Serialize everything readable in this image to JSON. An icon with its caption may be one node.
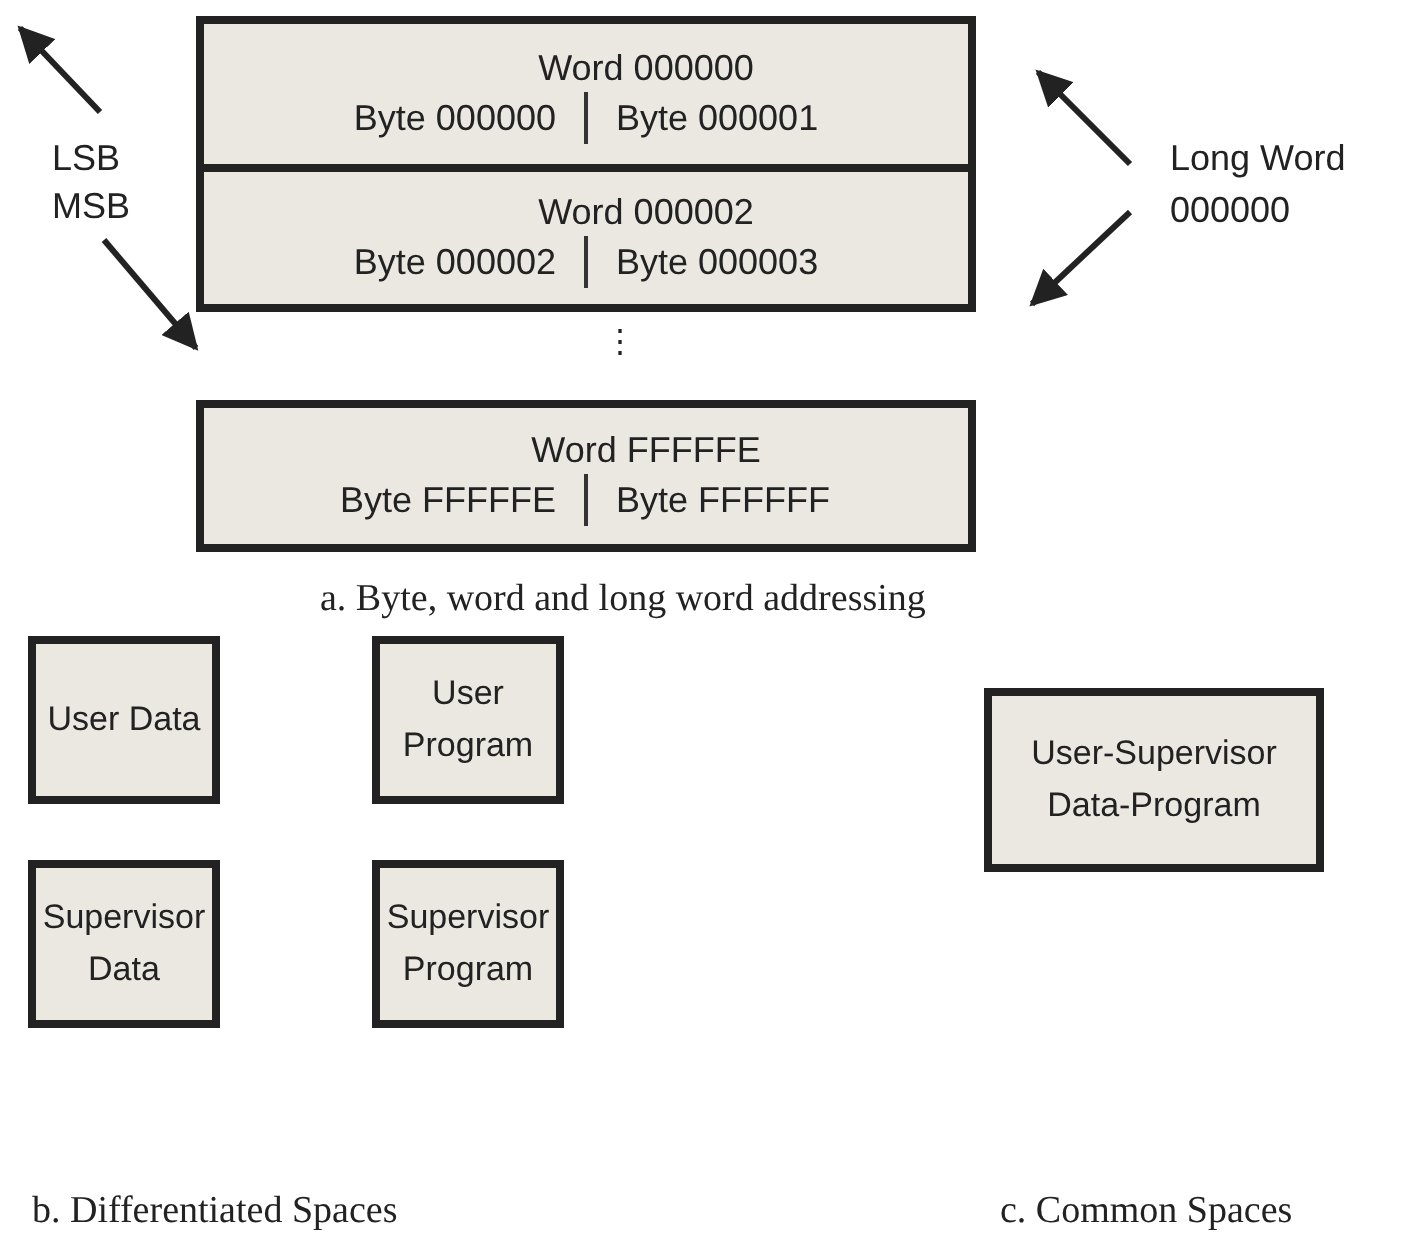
{
  "diagram": {
    "nodes": [
      {
        "text": [
          "Word 000000",
          "Byte 000000",
          "Byte 000001"
        ]
      },
      {
        "text": [
          "Word 000002",
          "Byte 000002",
          "Byte 000003"
        ]
      },
      {
        "text": [
          "Word FFFFFE",
          "Byte FFFFFE",
          "Byte FFFFFF"
        ]
      },
      {
        "text": [
          "User Data"
        ]
      },
      {
        "text": [
          "User Program"
        ]
      },
      {
        "text": [
          "Supervisor Data"
        ]
      },
      {
        "text": [
          "Supervisor Program"
        ]
      },
      {
        "text": [
          "User-Supervisor Data-Program"
        ]
      }
    ],
    "edges": [],
    "labels": [
      "LSB",
      "MSB",
      "Long Word 000000",
      "⋮",
      "a. Byte, word and long word addressing",
      "b. Differentiated Spaces",
      "c. Common Spaces"
    ]
  }
}
